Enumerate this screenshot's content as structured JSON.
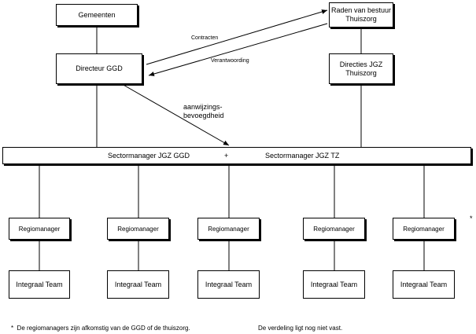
{
  "nodes": {
    "gemeenten": "Gemeenten",
    "raden_line1": "Raden van bestuur",
    "raden_line2": "Thuiszorg",
    "directeur_ggd": "Directeur GGD",
    "directies_line1": "Directies JGZ",
    "directies_line2": "Thuiszorg",
    "sector_ggd": "Sectormanager JGZ GGD",
    "sector_plus": "+",
    "sector_tz": "Sectormanager JGZ TZ",
    "regiomanager": "Regiomanager",
    "integraal_team": "Integraal Team"
  },
  "edges": {
    "contracten": "Contracten",
    "verantwoording": "Verantwoording",
    "aanwijzing_line1": "aanwijzings-",
    "aanwijzing_line2": "bevoegdheid"
  },
  "footnote": {
    "asterisk": "*",
    "text": "*  De regiomanagers zijn afkomstig van de GGD of de thuiszorg.",
    "text2": "De verdeling ligt nog niet vast."
  }
}
